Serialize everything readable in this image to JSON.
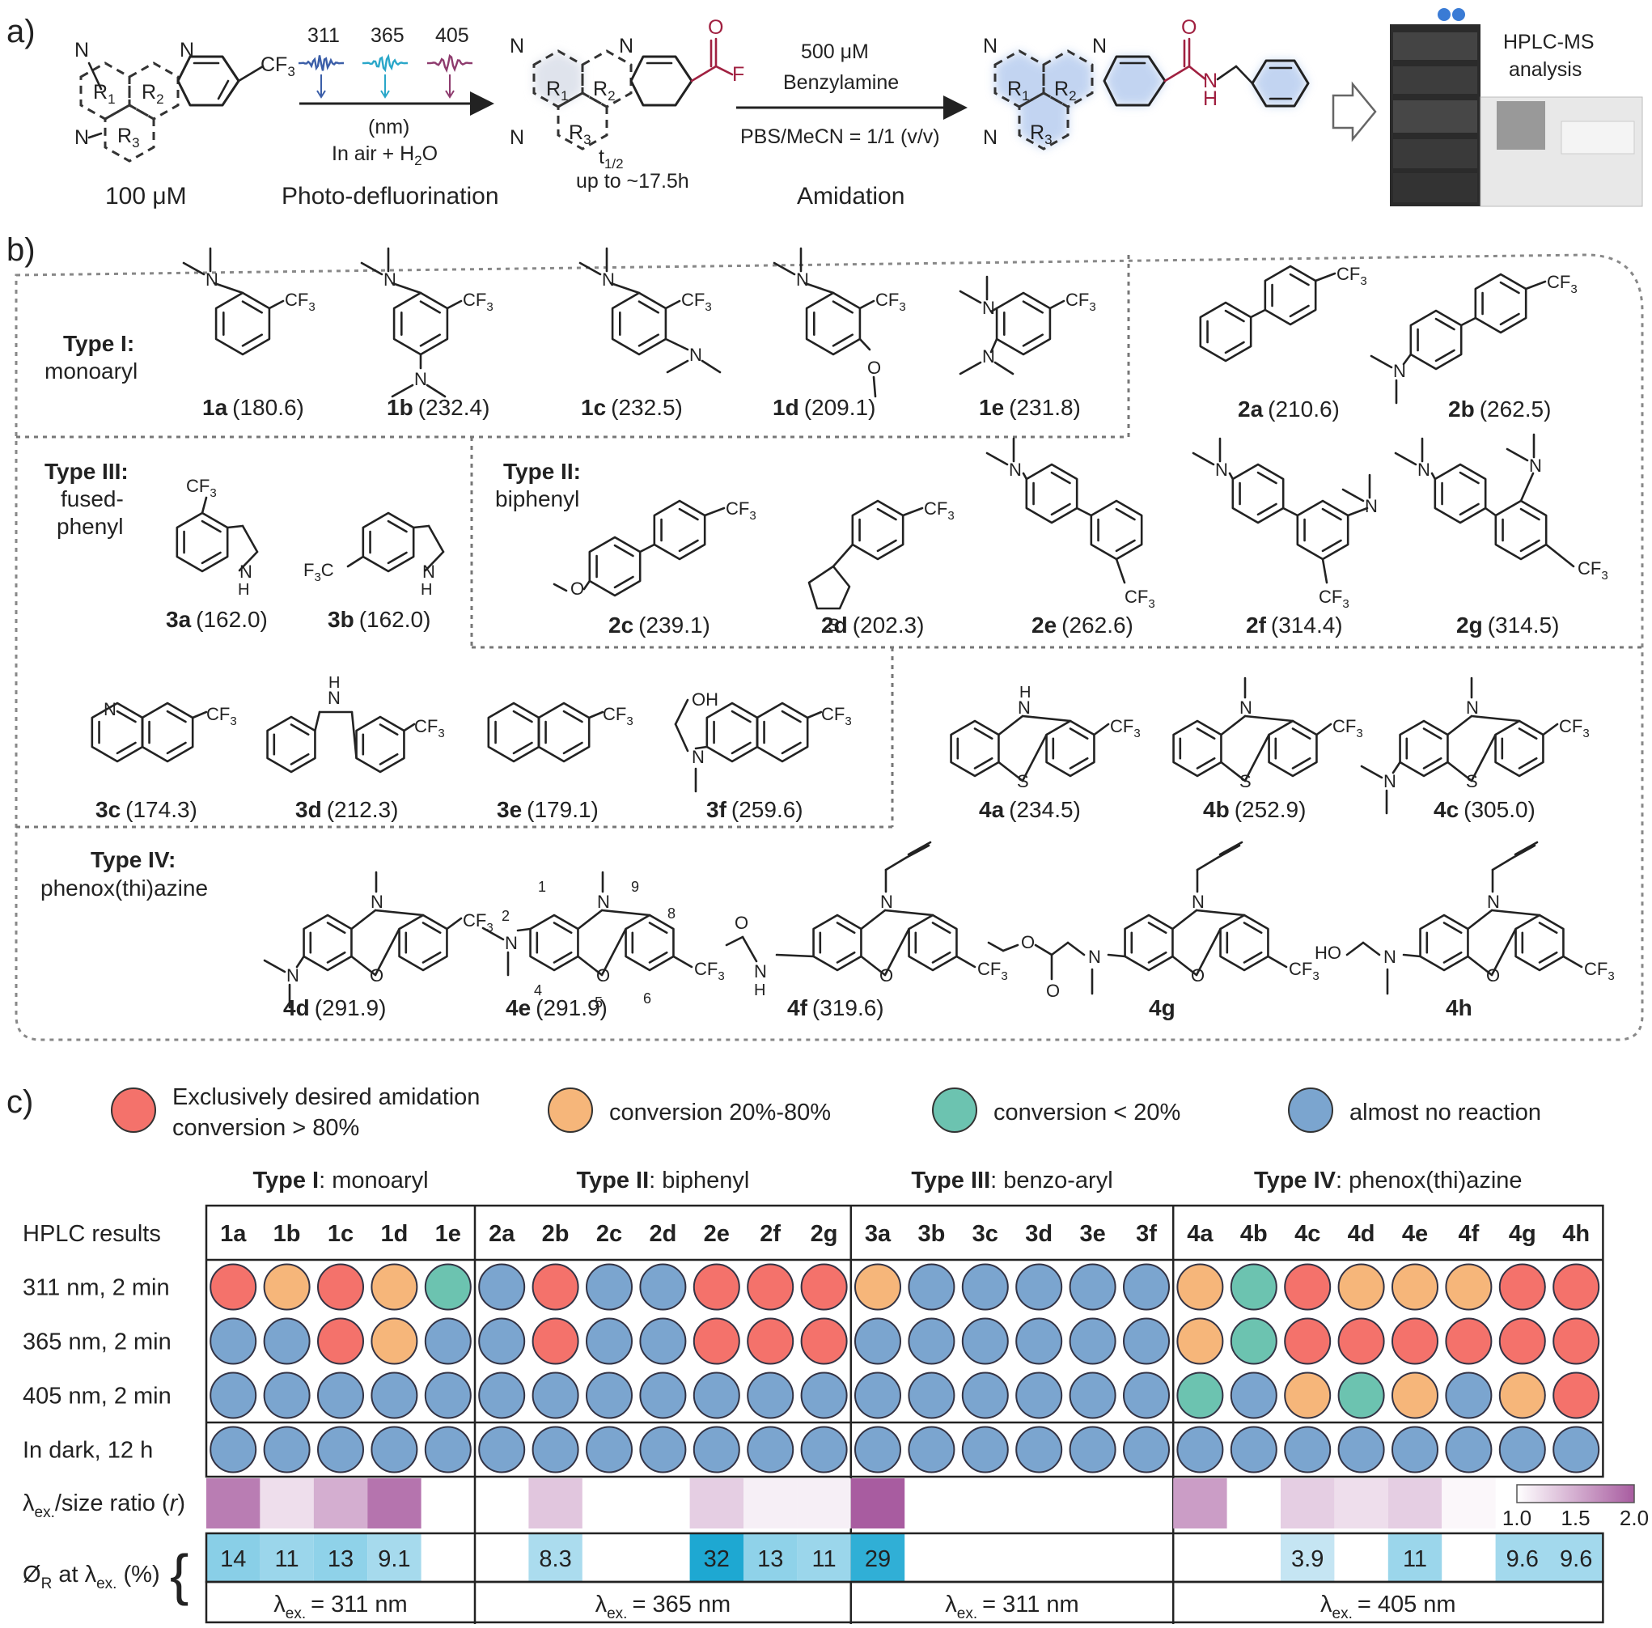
{
  "panel_a": {
    "label": "a)",
    "start_conc": "100 μM",
    "wavelengths": [
      "311",
      "365",
      "405"
    ],
    "wavelength_colors": [
      "#3b5ea8",
      "#2aa7c9",
      "#8e3b6e"
    ],
    "unit": "(nm)",
    "condition": "In air + H",
    "condition_sub": "2",
    "condition_tail": "O",
    "step1_label": "Photo-defluorination",
    "half_life_t": "t",
    "half_life_sub": "1/2",
    "half_life_value": "up to ~17.5h",
    "reagent_conc": "500 μM",
    "reagent": "Benzylamine",
    "solvent": "PBS/MeCN = 1/1 (v/v)",
    "step2_label": "Amidation",
    "instrument_label": "HPLC-MS analysis",
    "instrument_line1": "HPLC-MS",
    "instrument_line2": "analysis",
    "atoms": {
      "N": "N",
      "CF3": "CF",
      "CF3_sub": "3",
      "O": "O",
      "F": "F",
      "H": "H",
      "R1": "R",
      "R2": "R",
      "R3": "R",
      "s1": "1",
      "s2": "2",
      "s3": "3"
    }
  },
  "panel_b": {
    "label": "b)",
    "groups": {
      "type1": {
        "title": "Type I:",
        "subtitle": "monoaryl"
      },
      "type2": {
        "title": "Type II:",
        "subtitle": "biphenyl"
      },
      "type3": {
        "title": "Type III:",
        "subtitle_1": "fused-",
        "subtitle_2": "phenyl"
      },
      "type4": {
        "title": "Type IV:",
        "subtitle": "phenox(thi)azine"
      }
    },
    "compounds": [
      {
        "id": "1a",
        "mw": "(180.6)"
      },
      {
        "id": "1b",
        "mw": "(232.4)"
      },
      {
        "id": "1c",
        "mw": "(232.5)"
      },
      {
        "id": "1d",
        "mw": "(209.1)"
      },
      {
        "id": "1e",
        "mw": "(231.8)"
      },
      {
        "id": "2a",
        "mw": "(210.6)"
      },
      {
        "id": "2b",
        "mw": "(262.5)"
      },
      {
        "id": "3a",
        "mw": "(162.0)"
      },
      {
        "id": "3b",
        "mw": "(162.0)"
      },
      {
        "id": "2c",
        "mw": "(239.1)"
      },
      {
        "id": "2d",
        "mw": "(202.3)"
      },
      {
        "id": "2e",
        "mw": "(262.6)"
      },
      {
        "id": "2f",
        "mw": "(314.4)"
      },
      {
        "id": "2g",
        "mw": "(314.5)"
      },
      {
        "id": "3c",
        "mw": "(174.3)"
      },
      {
        "id": "3d",
        "mw": "(212.3)"
      },
      {
        "id": "3e",
        "mw": "(179.1)"
      },
      {
        "id": "3f",
        "mw": "(259.6)"
      },
      {
        "id": "4a",
        "mw": "(234.5)"
      },
      {
        "id": "4b",
        "mw": "(252.9)"
      },
      {
        "id": "4c",
        "mw": "(305.0)"
      },
      {
        "id": "4d",
        "mw": "(291.9)"
      },
      {
        "id": "4e",
        "mw": "(291.9)"
      },
      {
        "id": "4f",
        "mw": "(319.6)"
      },
      {
        "id": "4g",
        "mw": ""
      },
      {
        "id": "4h",
        "mw": ""
      }
    ],
    "numbering_4e": [
      "1",
      "2",
      "4",
      "5",
      "6",
      "8",
      "9"
    ],
    "atom_labels": {
      "N": "N",
      "O": "O",
      "S": "S",
      "H": "H",
      "NH": "N",
      "OH": "OH",
      "HO": "HO",
      "CF3": "CF",
      "F3C": "F",
      "F3C_tail": "C",
      "sub3": "3"
    }
  },
  "panel_c": {
    "label": "c)",
    "legend": [
      {
        "line1": "Exclusively desired amidation",
        "line2": "conversion > 80%",
        "color": "#f4726b"
      },
      {
        "line1": "conversion 20%-80%",
        "color": "#f6b67a"
      },
      {
        "line1": "conversion < 20%",
        "color": "#6cc3b0"
      },
      {
        "line1": "almost no reaction",
        "color": "#7ba5cf"
      }
    ],
    "groups": [
      {
        "bold": "Type I",
        "rest": ": monoaryl",
        "lambda": "= 311 nm"
      },
      {
        "bold": "Type II",
        "rest": ": biphenyl",
        "lambda": "= 365 nm"
      },
      {
        "bold": "Type III",
        "rest": ": benzo-aryl",
        "lambda": "= 311 nm"
      },
      {
        "bold": "Type IV",
        "rest": ": phenox(thi)azine",
        "lambda": "= 405 nm"
      }
    ],
    "lambda_symbol": "λ",
    "lambda_sub": "ex.",
    "header_label": "HPLC results",
    "columns": [
      "1a",
      "1b",
      "1c",
      "1d",
      "1e",
      "2a",
      "2b",
      "2c",
      "2d",
      "2e",
      "2f",
      "2g",
      "3a",
      "3b",
      "3c",
      "3d",
      "3e",
      "3f",
      "4a",
      "4b",
      "4c",
      "4d",
      "4e",
      "4f",
      "4g",
      "4h"
    ],
    "rows": [
      {
        "label": "311 nm, 2 min",
        "values": [
          "r",
          "o",
          "r",
          "o",
          "g",
          "b",
          "r",
          "b",
          "b",
          "r",
          "r",
          "r",
          "o",
          "b",
          "b",
          "b",
          "b",
          "b",
          "o",
          "g",
          "r",
          "o",
          "o",
          "o",
          "r",
          "r"
        ]
      },
      {
        "label": "365 nm, 2 min",
        "values": [
          "b",
          "b",
          "r",
          "o",
          "b",
          "b",
          "r",
          "b",
          "b",
          "r",
          "r",
          "r",
          "b",
          "b",
          "b",
          "b",
          "b",
          "b",
          "o",
          "g",
          "r",
          "r",
          "r",
          "r",
          "r",
          "r"
        ]
      },
      {
        "label": "405 nm, 2 min",
        "values": [
          "b",
          "b",
          "b",
          "b",
          "b",
          "b",
          "b",
          "b",
          "b",
          "b",
          "b",
          "b",
          "b",
          "b",
          "b",
          "b",
          "b",
          "b",
          "g",
          "b",
          "o",
          "g",
          "o",
          "b",
          "o",
          "r"
        ]
      },
      {
        "label": "In dark, 12 h",
        "values": [
          "b",
          "b",
          "b",
          "b",
          "b",
          "b",
          "b",
          "b",
          "b",
          "b",
          "b",
          "b",
          "b",
          "b",
          "b",
          "b",
          "b",
          "b",
          "b",
          "b",
          "b",
          "b",
          "b",
          "b",
          "b",
          "b"
        ]
      }
    ],
    "ratio_row": {
      "label_main": "λ",
      "label_sub": "ex.",
      "label_tail": "/size ratio (",
      "label_r": "r",
      "label_close": ")",
      "values": [
        1.8,
        1.2,
        1.5,
        1.85,
        null,
        null,
        1.35,
        null,
        null,
        1.3,
        1.1,
        1.1,
        2.0,
        null,
        null,
        null,
        null,
        null,
        1.6,
        null,
        1.3,
        1.2,
        1.3,
        1.05,
        null,
        null
      ]
    },
    "scale": {
      "labels": [
        "1.0",
        "1.5",
        "2.0"
      ],
      "min": 1.0,
      "max": 2.0,
      "color_low": "#ffffff",
      "color_high": "#a85ca0"
    },
    "qy_row": {
      "label_main": "Ø",
      "label_sub": "R",
      "label_mid": " at λ",
      "label_sub2": "ex.",
      "label_tail": " (%)",
      "brace": "{",
      "values": [
        "14",
        "11",
        "13",
        "9.1",
        "",
        "",
        "8.3",
        "",
        "",
        "32",
        "13",
        "11",
        "29",
        "",
        "",
        "",
        "",
        "",
        "",
        "",
        "3.9",
        "",
        "11",
        "",
        "9.6",
        "9.6"
      ],
      "numeric": [
        14,
        11,
        13,
        9.1,
        null,
        null,
        8.3,
        null,
        null,
        32,
        13,
        11,
        29,
        null,
        null,
        null,
        null,
        null,
        null,
        null,
        3.9,
        null,
        11,
        null,
        9.6,
        9.6
      ]
    }
  }
}
